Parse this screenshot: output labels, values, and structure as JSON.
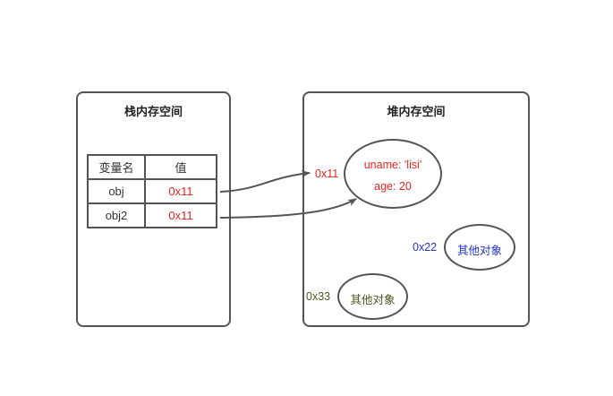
{
  "stack": {
    "title": "栈内存空间",
    "table": {
      "header": {
        "name": "变量名",
        "value": "值"
      },
      "rows": [
        {
          "name": "obj",
          "value": "0x11"
        },
        {
          "name": "obj2",
          "value": "0x11"
        }
      ]
    }
  },
  "heap": {
    "title": "堆内存空间",
    "main_object": {
      "address": "0x11",
      "line1": "uname: 'lisi'",
      "line2": "age: 20"
    },
    "other_object_1": {
      "address": "0x22",
      "label": "其他对象"
    },
    "other_object_2": {
      "address": "0x33",
      "label": "其他对象"
    }
  },
  "colors": {
    "border": "#555555",
    "reference_red": "#e3251f",
    "address_blue": "#2432c8",
    "address_green": "#4a5a1e"
  }
}
